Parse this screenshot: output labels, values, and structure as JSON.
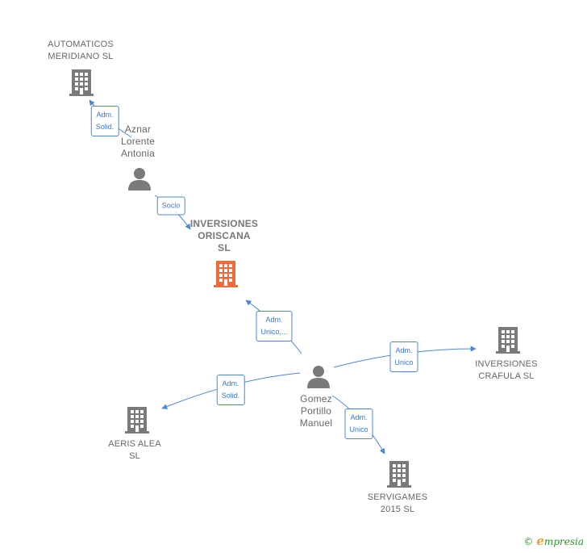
{
  "colors": {
    "company": "#7a7a7a",
    "focus_company": "#f06a3c",
    "person": "#7a7a7a",
    "edge": "#4a86d6"
  },
  "nodes": {
    "automaticos": {
      "label": "AUTOMATICOS\nMERIDIANO  SL",
      "icon": "building-icon"
    },
    "aznar": {
      "label": "Aznar\nLorente\nAntonia",
      "icon": "person-icon"
    },
    "oriscana": {
      "label": "INVERSIONES\nORISCANA\nSL",
      "icon": "building-icon"
    },
    "gomez": {
      "label": "Gomez\nPortillo\nManuel",
      "icon": "person-icon"
    },
    "crafula": {
      "label": "INVERSIONES\nCRAFULA  SL",
      "icon": "building-icon"
    },
    "aeris": {
      "label": "AERIS ALEA\nSL",
      "icon": "building-icon"
    },
    "servigames": {
      "label": "SERVIGAMES\n2015  SL",
      "icon": "building-icon"
    }
  },
  "edges": {
    "aznar_automaticos": "Adm.\nSolid.",
    "aznar_oriscana": "Socio",
    "gomez_oriscana": "Adm.\nUnico,...",
    "gomez_crafula": "Adm.\nUnico",
    "gomez_aeris": "Adm.\nSolid.",
    "gomez_servigames": "Adm.\nUnico"
  },
  "footer": {
    "copyright": "©",
    "brand_initial": "e",
    "brand_rest": "mpresia"
  }
}
